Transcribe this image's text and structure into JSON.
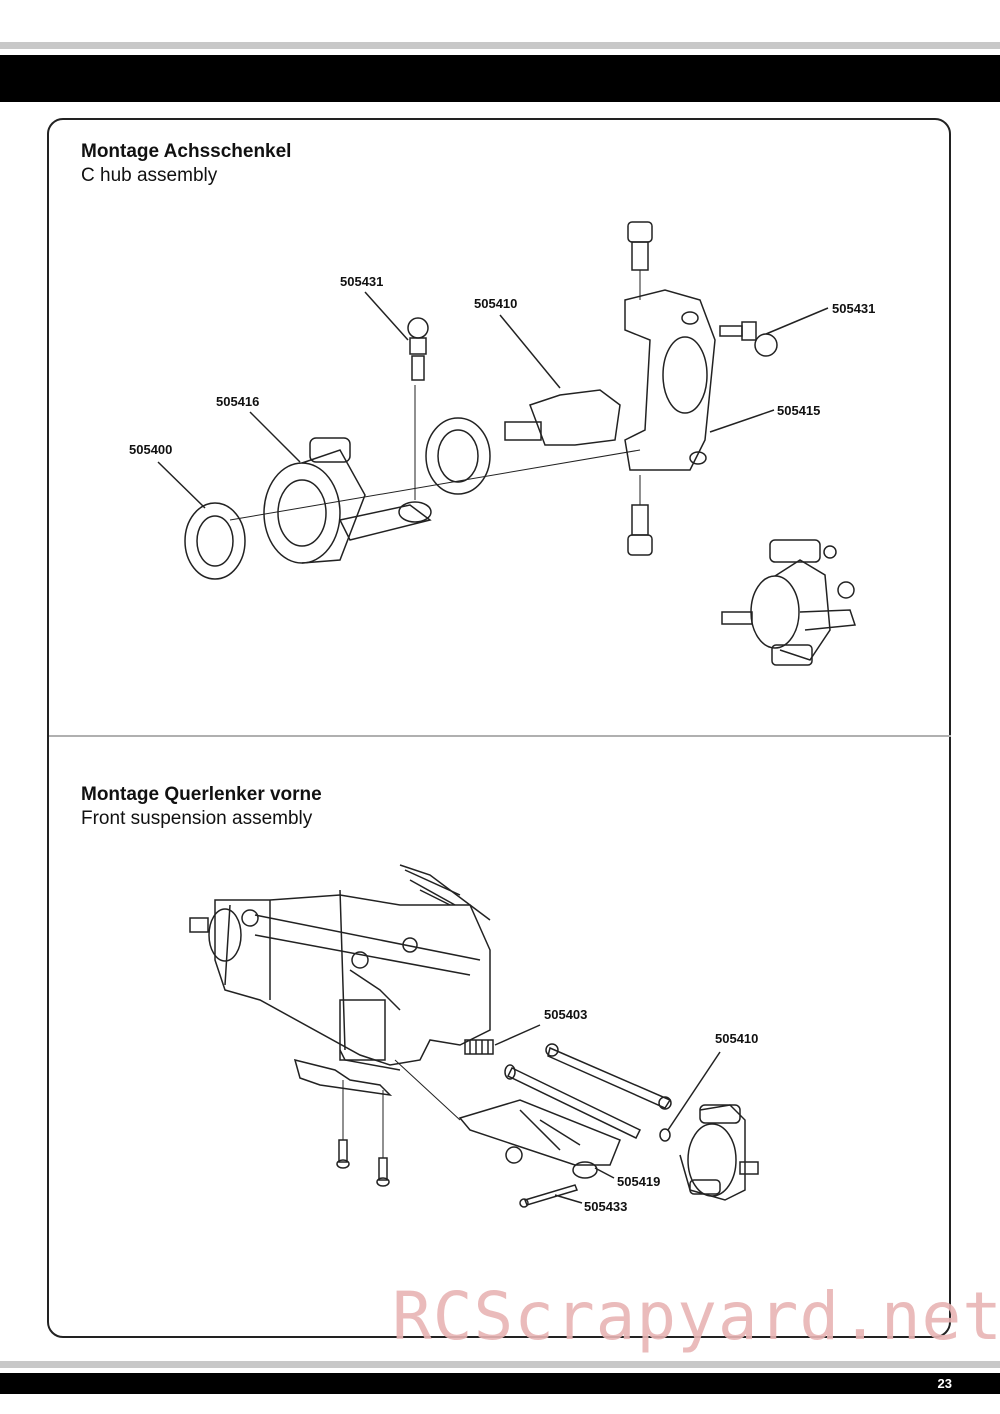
{
  "section1": {
    "title": "Montage Achsschenkel",
    "subtitle": "C hub assembly",
    "labels": [
      "505431",
      "505410",
      "505431",
      "505416",
      "505415",
      "505400"
    ]
  },
  "section2": {
    "title": "Montage Querlenker vorne",
    "subtitle": "Front suspension assembly",
    "labels": [
      "505403",
      "505410",
      "505419",
      "505433"
    ]
  },
  "watermark": "RCScrapyard.net",
  "page_number": "23"
}
